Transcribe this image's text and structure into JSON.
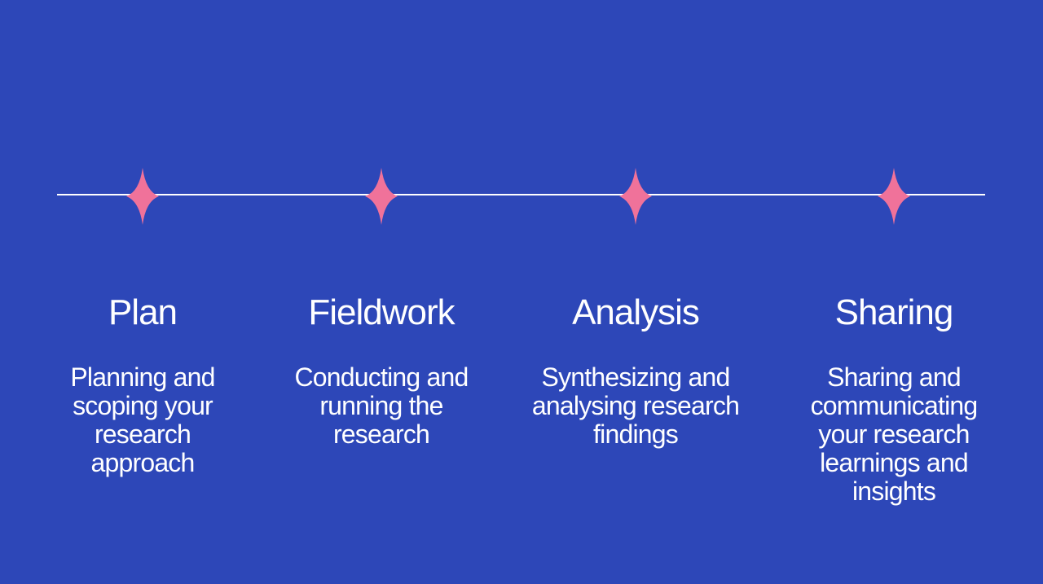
{
  "colors": {
    "background": "#2d47b8",
    "line": "#ffffff",
    "marker": "#f0729a",
    "text": "#ffffff"
  },
  "stages": [
    {
      "title": "Plan",
      "description": "Planning and scoping your research approach",
      "marker_icon": "four-point-star-icon"
    },
    {
      "title": "Fieldwork",
      "description": "Conducting and running the research",
      "marker_icon": "four-point-star-icon"
    },
    {
      "title": "Analysis",
      "description": "Synthesizing and analysing research findings",
      "marker_icon": "four-point-star-icon"
    },
    {
      "title": "Sharing",
      "description": "Sharing and communicating your research learnings and insights",
      "marker_icon": "four-point-star-icon"
    }
  ]
}
